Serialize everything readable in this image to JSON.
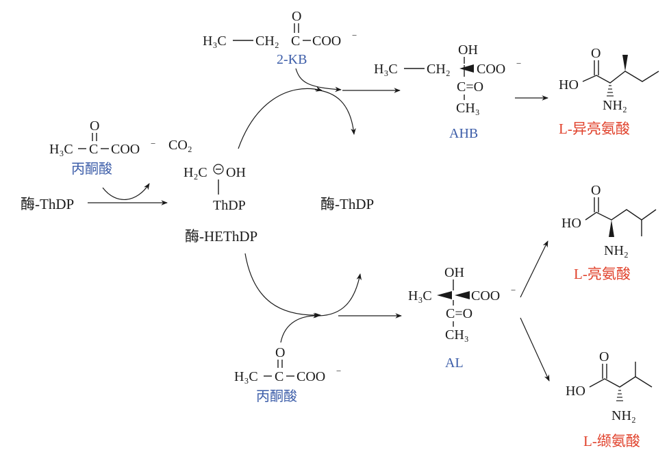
{
  "molecules": {
    "kb": {
      "ch3": "H₃C",
      "ch2": "CH₂",
      "o": "O",
      "c": "C",
      "coo": "COO",
      "charge": "−",
      "name": "2-KB"
    },
    "pyruvate_top": {
      "ch3": "H₃C",
      "c": "C",
      "o": "O",
      "coo": "COO",
      "charge": "−",
      "name": "丙酮酸"
    },
    "co2": "CO₂",
    "enzyme_thdp_left": "酶-ThDP",
    "hethdp": {
      "h2c": "H₂C",
      "oh": "OH",
      "thdp": "ThDP",
      "name": "酶-HEThDP"
    },
    "enzyme_thdp_mid": "酶-ThDP",
    "ahb": {
      "ch3": "H₃C",
      "ch2": "CH₂",
      "oh": "OH",
      "coo": "COO",
      "charge": "−",
      "co": "C=O",
      "me": "CH₃",
      "name": "AHB"
    },
    "al": {
      "ch3": "H₃C",
      "oh": "OH",
      "coo": "COO",
      "charge": "−",
      "co": "C=O",
      "me": "CH₃",
      "name": "AL"
    },
    "pyruvate_bottom": {
      "ch3": "H₃C",
      "c": "C",
      "o": "O",
      "coo": "COO",
      "charge": "−",
      "name": "丙酮酸"
    }
  },
  "products": {
    "isoleucine": {
      "o": "O",
      "ho": "HO",
      "nh2": "NH₂",
      "name": "L-异亮氨酸"
    },
    "leucine": {
      "o": "O",
      "ho": "HO",
      "nh2": "NH₂",
      "name": "L-亮氨酸"
    },
    "valine": {
      "o": "O",
      "ho": "HO",
      "nh2": "NH₂",
      "name": "L-缬氨酸"
    }
  },
  "colors": {
    "label_blue": "#3b5ca8",
    "label_red": "#e0402a",
    "ink": "#1a1a1a"
  }
}
